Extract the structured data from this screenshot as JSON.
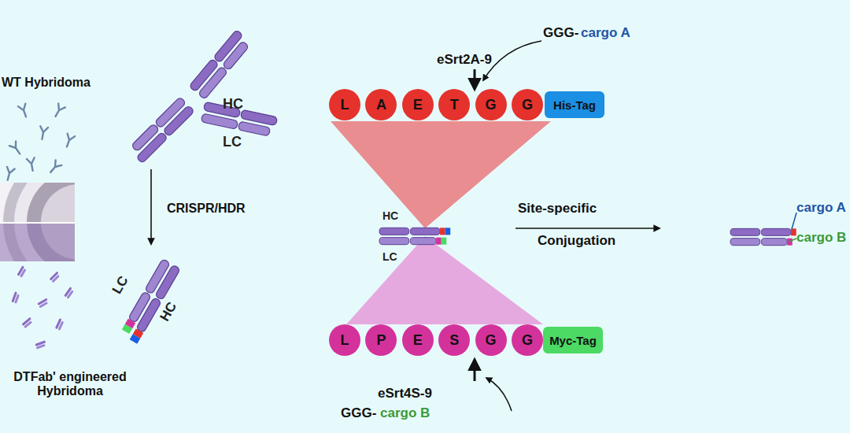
{
  "diagram": {
    "nodes": [
      {
        "text": [
          "L"
        ]
      },
      {
        "text": [
          "A"
        ]
      },
      {
        "text": [
          "E"
        ]
      },
      {
        "text": [
          "T"
        ]
      },
      {
        "text": [
          "G"
        ]
      },
      {
        "text": [
          "G"
        ]
      },
      {
        "text": [
          "His-Tag"
        ]
      },
      {
        "text": [
          "L"
        ]
      },
      {
        "text": [
          "P"
        ]
      },
      {
        "text": [
          "E"
        ]
      },
      {
        "text": [
          "S"
        ]
      },
      {
        "text": [
          "G"
        ]
      },
      {
        "text": [
          "G"
        ]
      },
      {
        "text": [
          "Myc-Tag"
        ]
      }
    ],
    "labels": [
      "WT Hybridoma",
      "HC",
      "LC",
      "CRISPR/HDR",
      "LC",
      "HC",
      "DTFab' engineered Hybridoma",
      "GGG-",
      "cargo A",
      "eSrt2A-9",
      "HC",
      "LC",
      "Site-specific",
      "Conjugation",
      "cargo A",
      "cargo B",
      "eSrt4S-9",
      "GGG-",
      "cargo B"
    ]
  }
}
